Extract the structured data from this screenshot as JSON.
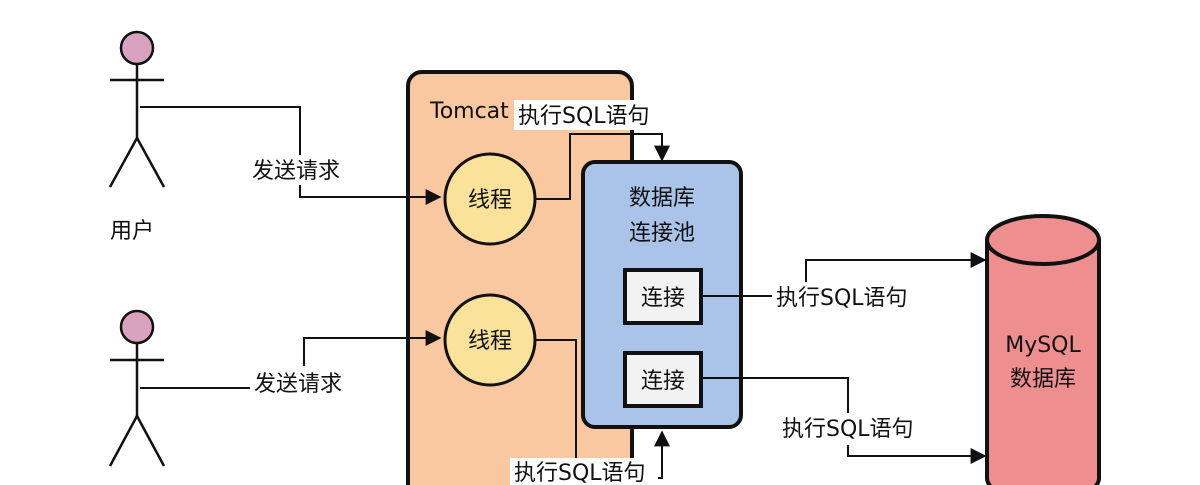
{
  "users": [
    {
      "label": "用户"
    },
    {
      "label": ""
    }
  ],
  "edges": {
    "send_request_1": "发送请求",
    "send_request_2": "发送请求",
    "exec_sql_top": "执行SQL语句",
    "exec_sql_bottom": "执行SQL语句",
    "exec_sql_right_1": "执行SQL语句",
    "exec_sql_right_2": "执行SQL语句"
  },
  "tomcat": {
    "title": "Tomcat",
    "threads": [
      "线程",
      "线程"
    ]
  },
  "pool": {
    "title_line1": "数据库",
    "title_line2": "连接池",
    "connections": [
      "连接",
      "连接"
    ]
  },
  "database": {
    "line1": "MySQL",
    "line2": "数据库"
  },
  "colors": {
    "tomcat_fill": "#F9C8A1",
    "pool_fill": "#A9C4E8",
    "thread_fill": "#FBE29A",
    "db_fill": "#EE8E8E",
    "head_fill": "#D9A3C0",
    "conn_fill": "#F2F2F2"
  }
}
